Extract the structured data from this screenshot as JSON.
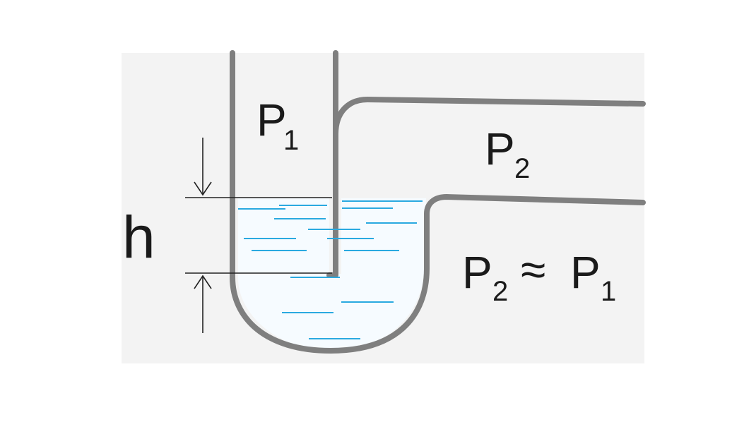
{
  "diagram": {
    "label_p1_main": "P",
    "label_p1_sub": "1",
    "label_p2_main": "P",
    "label_p2_sub": "2",
    "equation_left_main": "P",
    "equation_left_sub": "2",
    "equation_op": "≈",
    "equation_right_main": "P",
    "equation_right_sub": "1",
    "height_label": "h"
  },
  "colors": {
    "panel_bg": "#f3f3f3",
    "pipe": "#7f7f7f",
    "water": "#2aa9e0",
    "line": "#222222"
  }
}
